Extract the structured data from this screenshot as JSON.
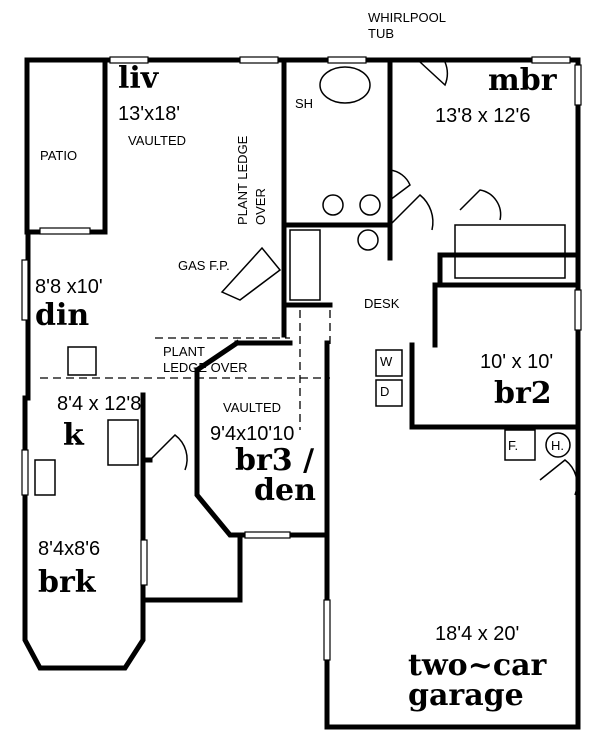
{
  "rooms": {
    "liv": {
      "name": "liv",
      "size": "13'x18'",
      "note": "VAULTED"
    },
    "patio": {
      "name": "PATIO"
    },
    "mbr": {
      "name": "mbr",
      "size": "13'8 x 12'6"
    },
    "din": {
      "name": "din",
      "size": "8'8 x10'"
    },
    "br2": {
      "name": "br2",
      "size": "10' x 10'"
    },
    "br3": {
      "name": "br3 /",
      "name2": "den",
      "size": "9'4x10'10",
      "note": "VAULTED"
    },
    "k": {
      "name": "k",
      "size": "8'4 x 12'8"
    },
    "brk": {
      "name": "brk",
      "size": "8'4x8'6"
    },
    "garage": {
      "name": "two~car",
      "name2": "garage",
      "size": "18'4 x 20'"
    }
  },
  "annotations": {
    "whirlpool": "WHIRLPOOL",
    "tub": "TUB",
    "sh": "SH",
    "plant_ledge_1": "PLANT LEDGE",
    "over_1": "OVER",
    "gas_fp": "GAS F.P.",
    "plant_2": "PLANT",
    "ledge_over_2": "LEDGE OVER",
    "desk": "DESK",
    "w": "W",
    "d": "D",
    "f": "F.",
    "h": "H."
  }
}
